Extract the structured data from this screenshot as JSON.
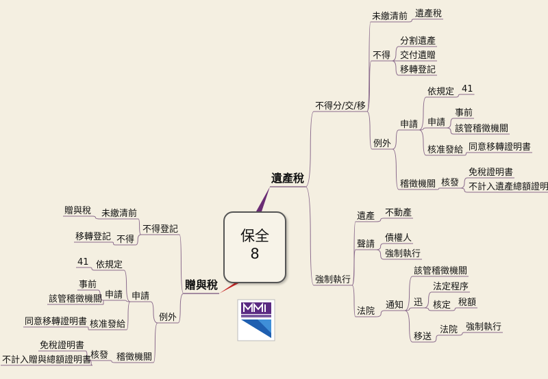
{
  "center": {
    "line1": "保全",
    "line2": "8"
  },
  "colors": {
    "upper_branch": "#6a2c74",
    "lower_branch": "#c62828",
    "edge": "#8a6a8c"
  },
  "nodes": {
    "right_root": "遺產稅",
    "r_nodisposal": "不得分/交/移",
    "r_unpaid": "未繳清前",
    "r_unpaid_tax": "遺產稅",
    "r_notallowed": "不得",
    "r_partition": "分割遺產",
    "r_bequest": "交付遺贈",
    "r_transfer": "移轉登記",
    "r_exception": "例外",
    "r_apply": "申請",
    "r_byrule": "依規定",
    "r_41": "41",
    "r_apply2": "申請",
    "r_prior": "事前",
    "r_agency": "該管稽徵機關",
    "r_approve": "核准發給",
    "r_consent_cert": "同意移轉證明書",
    "r_tax_agency": "稽徵機關",
    "r_issue": "核發",
    "r_exempt_cert": "免稅證明書",
    "r_excluded_cert": "不計入遺產總額證明書",
    "r_enforce": "強制執行",
    "r_estate": "遺產",
    "r_realestate": "不動產",
    "r_petition": "聲請",
    "r_creditor": "債權人",
    "r_enforce2": "強制執行",
    "r_court": "法院",
    "r_notify": "通知",
    "r_agency2": "該管稽徵機關",
    "r_prompt": "迅",
    "r_procedure": "法定程序",
    "r_assess": "核定",
    "r_taxamount": "稅額",
    "r_refer": "移送",
    "r_court2": "法院",
    "r_enforce3": "強制執行",
    "left_root": "贈與稅",
    "l_noreg": "不得登記",
    "l_unpaid": "未繳清前",
    "l_gift_tax": "贈與稅",
    "l_notallowed": "不得",
    "l_transfer": "移轉登記",
    "l_exception": "例外",
    "l_apply": "申請",
    "l_byrule": "依規定",
    "l_41": "41",
    "l_apply2": "申請",
    "l_prior": "事前",
    "l_agency": "該管稽徵機關",
    "l_approve": "核准發給",
    "l_consent_cert": "同意移轉證明書",
    "l_tax_agency": "稽徵機關",
    "l_issue": "核發",
    "l_exempt_cert": "免稅證明書",
    "l_excluded_cert": "不計入贈與總額證明書"
  }
}
